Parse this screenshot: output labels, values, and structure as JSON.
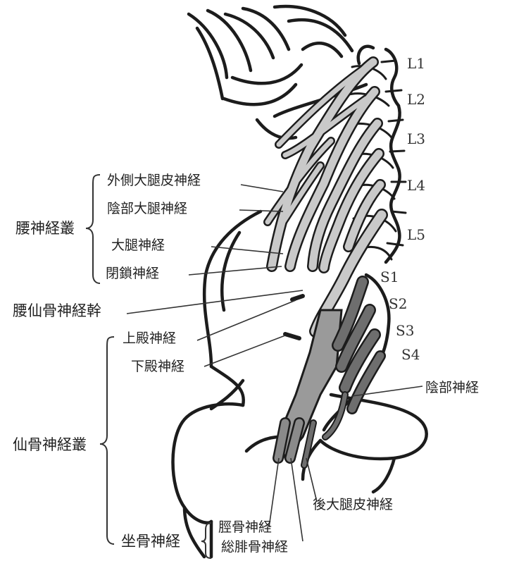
{
  "vertebra_levels": [
    "L1",
    "L2",
    "L3",
    "L4",
    "L5",
    "S1",
    "S2",
    "S3",
    "S4"
  ],
  "groups": {
    "lumbar_plexus": "腰神経叢",
    "lumbosacral_trunk": "腰仙骨神経幹",
    "sacral_plexus": "仙骨神経叢",
    "sciatic_nerve": "坐骨神経"
  },
  "labels": {
    "lateral_femoral_cutaneous": "外側大腿皮神経",
    "genitofemoral": "陰部大腿神経",
    "femoral": "大腿神経",
    "obturator": "閉鎖神経",
    "superior_gluteal": "上殿神経",
    "inferior_gluteal": "下殿神経",
    "pudendal": "陰部神経",
    "posterior_femoral_cutaneous": "後大腿皮神経",
    "tibial": "脛骨神経",
    "common_peroneal": "総腓骨神経"
  },
  "colors": {
    "outline": "#1c1c1c",
    "lumbar_nerve_fill": "#c9c9c9",
    "sacral_nerve_fill": "#6e6e6e",
    "trunk_fill": "#9a9a9a"
  }
}
